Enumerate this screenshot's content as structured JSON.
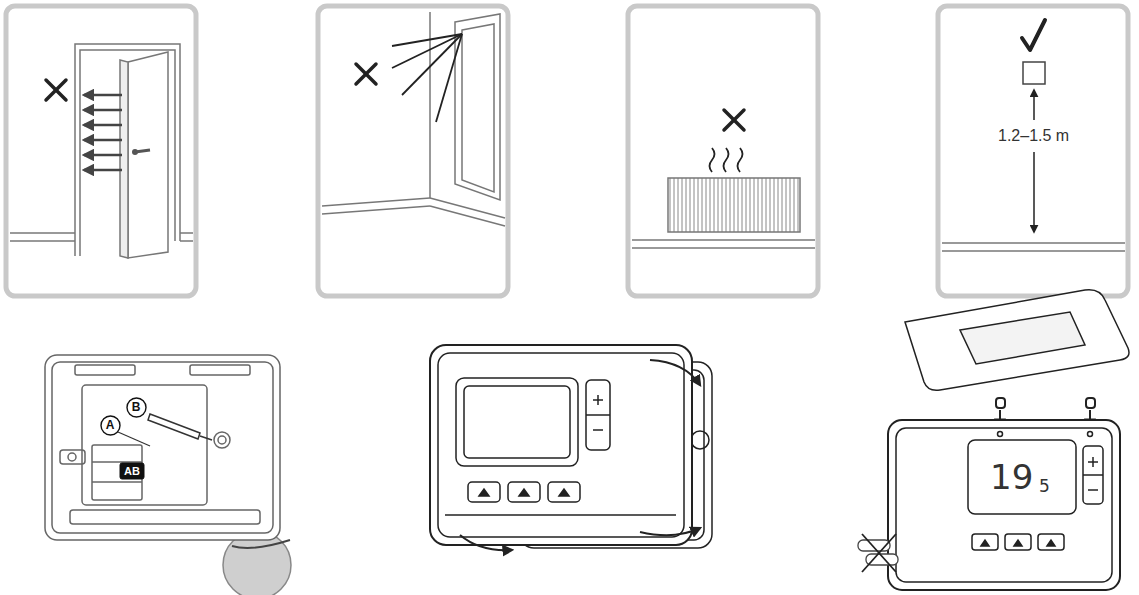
{
  "diagram": {
    "nodes": [
      {
        "text": [
          "A"
        ]
      },
      {
        "text": [
          "B"
        ]
      },
      {
        "text": [
          "AB"
        ]
      }
    ],
    "labels": [
      "1.2–1.5 m",
      "19",
      "5"
    ]
  }
}
